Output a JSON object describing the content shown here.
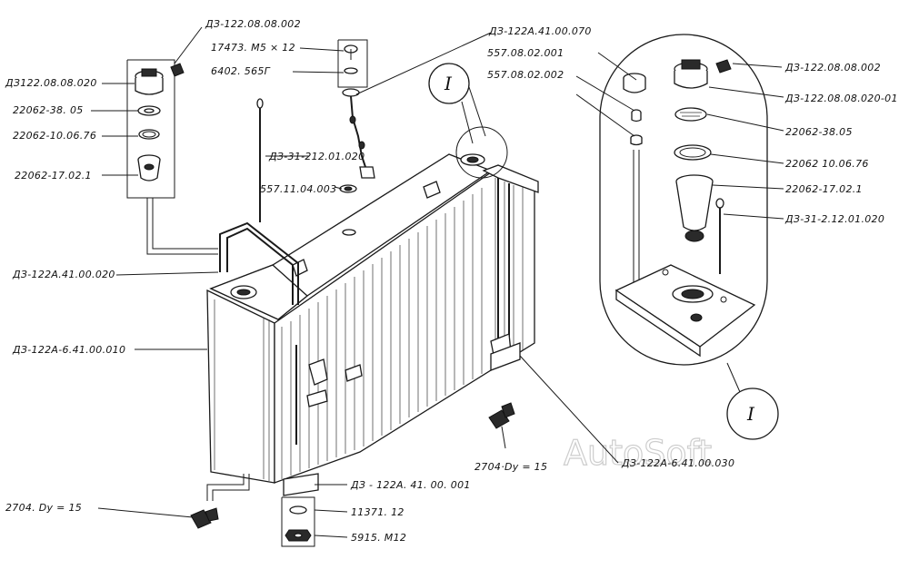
{
  "watermark": "AutoSoft",
  "callouts": {
    "top": "I",
    "detail": "I"
  },
  "labels": {
    "l1": "ДЗ-122.08.08.002",
    "l2": "17473. М5 × 12",
    "l3": "6402. 565Г",
    "l4": "ДЗ122.08.08.020",
    "l5": "22062-38. 05",
    "l6": "22062-10.06.76",
    "l7": "22062-17.02.1",
    "l8": "ДЗ-31-212.01.020",
    "l9": "557.11.04.003",
    "l10": "ДЗ-122А.41.00.070",
    "l11": "557.08.02.001",
    "l12": "557.08.02.002",
    "l13": "ДЗ-122А.41.00.020",
    "l14": "ДЗ-122А-6.41.00.010",
    "l15": "ДЗ-122.08.08.002",
    "l16": "ДЗ-122.08.08.020-01",
    "l17": "22062-38.05",
    "l18": "22062 10.06.76",
    "l19": "22062-17.02.1",
    "l20": "ДЗ-31-2.12.01.020",
    "l21": "2704·Dy = 15",
    "l22": "ДЗ-122А-6.41.00.030",
    "l23": "ДЗ - 122А. 41. 00. 001",
    "l24": "2704. Dy = 15",
    "l25": "11371. 12",
    "l26": "5915. М12"
  }
}
